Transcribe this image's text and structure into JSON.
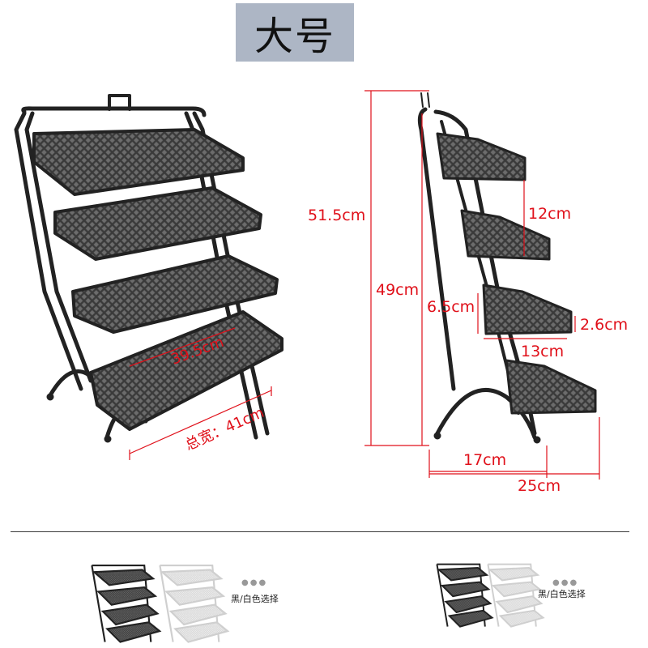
{
  "title": "大号",
  "front": {
    "inner_width": "39.5cm",
    "total_width": "总宽：41cm"
  },
  "side": {
    "total_height": "51.5cm",
    "frame_height": "49cm",
    "shelf_gap": "12cm",
    "lip_height_back": "6.5cm",
    "lip_height_front": "2.6cm",
    "shelf_depth": "13cm",
    "base_depth": "17cm",
    "total_depth": "25cm"
  },
  "colors": {
    "accent": "#e0101a",
    "title_bg": "#adb6c5",
    "frame": "#222222"
  },
  "color_options": [
    {
      "label": "黑/白色选择"
    },
    {
      "label": "黑/白色选择"
    }
  ]
}
